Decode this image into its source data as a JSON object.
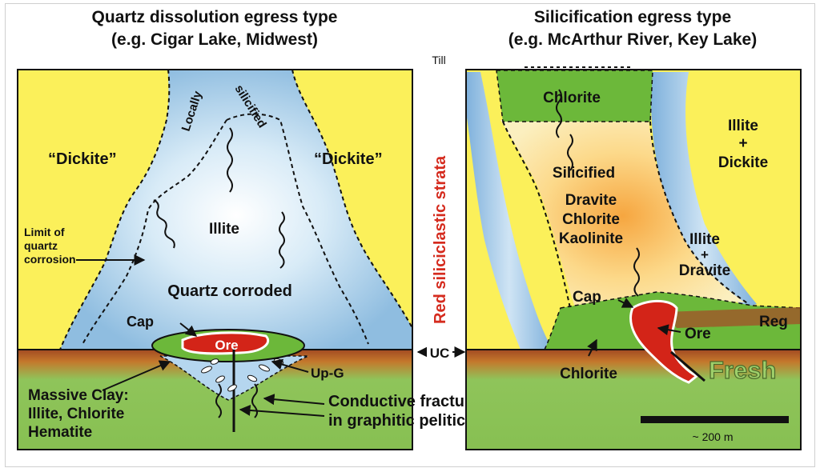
{
  "left_panel": {
    "title_line1": "Quartz dissolution egress type",
    "title_line2": "(e.g. Cigar Lake, Midwest)",
    "labels": {
      "locally": "Locally",
      "silicified": "silicified",
      "dickite_left": "“Dickite”",
      "dickite_right": "“Dickite”",
      "illite": "Illite",
      "limit_line1": "Limit of",
      "limit_line2": "quartz",
      "limit_line3": "corrosion",
      "quartz_corroded": "Quartz corroded",
      "cap": "Cap",
      "ore": "Ore",
      "up_g": "Up-G",
      "massive_line1": "Massive Clay:",
      "massive_line2": "Illite, Chlorite",
      "massive_line3": "Hematite"
    }
  },
  "center": {
    "till": "Till",
    "red_strata": "Red siliciclastic strata",
    "uc": "UC",
    "conductive_line1": "Conductive fracture / fault",
    "conductive_line2": "in graphitic pelitic gneiss"
  },
  "right_panel": {
    "title_line1": "Silicification egress type",
    "title_line2": "(e.g. McArthur River, Key Lake)",
    "labels": {
      "chlorite_top": "Chlorite",
      "illite_dickite_1": "Illite",
      "illite_dickite_plus": "+",
      "illite_dickite_2": "Dickite",
      "silicified": "Silicified",
      "dravite": "Dravite",
      "chlorite_mid": "Chlorite",
      "kaolinite": "Kaolinite",
      "illite_dravite_1": "Illite",
      "illite_dravite_plus": "+",
      "illite_dravite_2": "Dravite",
      "cap": "Cap",
      "ore": "Ore",
      "reg": "Reg",
      "chlorite_bottom": "Chlorite",
      "fresh": "Fresh",
      "scale": "~ 200 m"
    }
  },
  "colors": {
    "sandstone_yellow": "#fbf05a",
    "halo_blue": "#9fc7e6",
    "chlorite_green": "#6cb83a",
    "basement_green": "#8fc45a",
    "ore_red": "#d32418",
    "regolith_brown": "#9c5a2a",
    "strata_red": "#d52b1e"
  }
}
